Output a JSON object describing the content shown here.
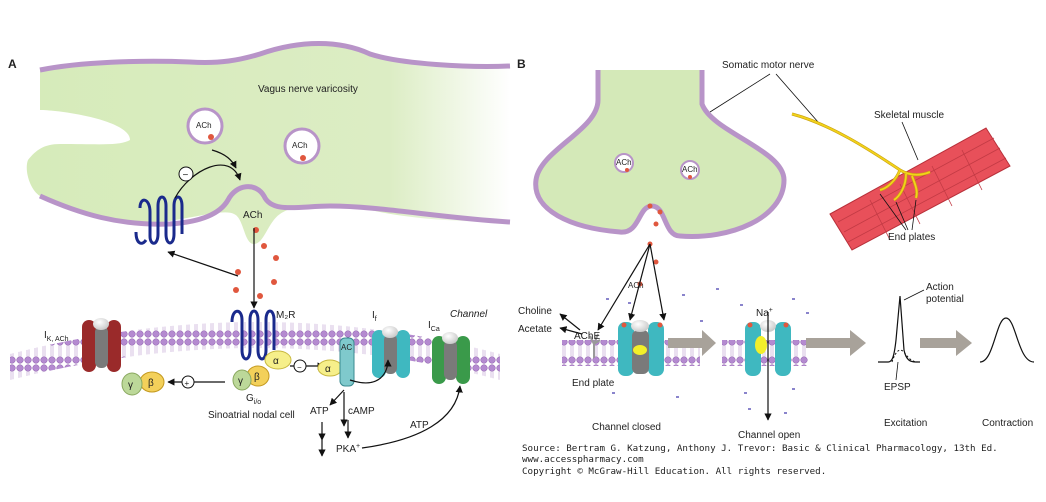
{
  "panel_a": {
    "letter": "A",
    "varicosity_label": "Vagus nerve varicosity",
    "vesicle_label": "ACh",
    "released_ach_label": "ACh",
    "inhibit_sign": "−",
    "m2r_label": "M₂R",
    "ik_label": "I",
    "ik_sub": "K, ACh",
    "if_label": "I",
    "if_sub": "f",
    "ica_label": "I",
    "ica_sub": "Ca",
    "channel_label": "Channel",
    "alpha": "α",
    "beta": "β",
    "gamma": "γ",
    "g_label": "G",
    "g_sub": "i/o",
    "ac_label": "AC",
    "plus_sign": "+",
    "minus_sign": "−",
    "cell_label": "Sinoatrial nodal cell",
    "atp_label": "ATP",
    "camp_label": "cAMP",
    "pka_label": "PKA",
    "pka_sup": "+",
    "atp2_label": "ATP"
  },
  "panel_b": {
    "letter": "B",
    "nerve_label": "Somatic motor nerve",
    "muscle_label": "Skeletal muscle",
    "end_plates_label": "End plates",
    "vesicle_label": "ACh",
    "ach_label": "ACh",
    "choline_label": "Choline",
    "acetate_label": "Acetate",
    "ache_label": "AChE",
    "end_plate_label": "End plate",
    "channel_closed_label": "Channel closed",
    "na_label": "Na",
    "na_sup": "+",
    "channel_open_label": "Channel open",
    "action_potential_label_1": "Action",
    "action_potential_label_2": "potential",
    "epsp_label": "EPSP",
    "excitation_label": "Excitation",
    "contraction_label": "Contraction"
  },
  "source": {
    "line1": "Source: Bertram G. Katzung, Anthony J. Trevor: Basic & Clinical Pharmacology, 13th Ed.",
    "line2": "www.accesspharmacy.com",
    "line3": "Copyright © McGraw-Hill Education. All rights reserved."
  },
  "colors": {
    "nerve_fill": "#d4e9b8",
    "nerve_outline": "#b894c8",
    "receptor_blue": "#1a2a8c",
    "ach_dot": "#e0573e",
    "muscle_red": "#e8505a",
    "nerve_yellow": "#f2d21a",
    "membrane_purple": "#b07fc8",
    "channel_teal": "#3fb8c0",
    "channel_red": "#9a2a2a",
    "channel_green": "#3a9a4a",
    "arrow_gray": "#a8a29a"
  }
}
